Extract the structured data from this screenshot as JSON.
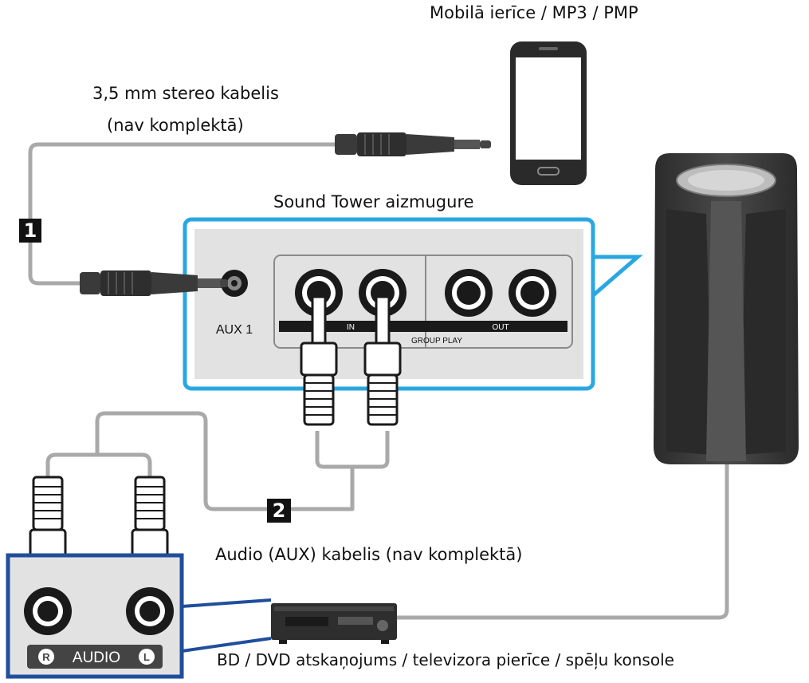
{
  "labels": {
    "mobile_device": "Mobilā ierīce / MP3 / PMP",
    "stereo_cable_line1": "3,5 mm stereo kabelis",
    "stereo_cable_line2": "(nav komplektā)",
    "panel_title": "Sound Tower aizmugure",
    "audio_cable": "Audio (AUX) kabelis (nav komplektā)",
    "player_devices": "BD / DVD atskaņojums / televizora pierīce / spēļu konsole"
  },
  "steps": {
    "step1": "1",
    "step2": "2"
  },
  "panel": {
    "aux_label": "AUX 1",
    "in_label": "IN",
    "out_label": "OUT",
    "group_play_label": "GROUP PLAY"
  },
  "audio_jacks": {
    "r_label": "R",
    "audio_label": "AUDIO",
    "l_label": "L"
  },
  "colors": {
    "accent_blue": "#2aa7e0",
    "frame_blue": "#1f4e9c",
    "cable_gray": "#a9a9a9",
    "panel_gray": "#e2e2e2",
    "speaker_dark": "#3a3a3a"
  },
  "icons": [
    "smartphone-icon",
    "speaker-icon",
    "bd-player-icon",
    "jack-plug-icon",
    "rca-plug-icon"
  ]
}
